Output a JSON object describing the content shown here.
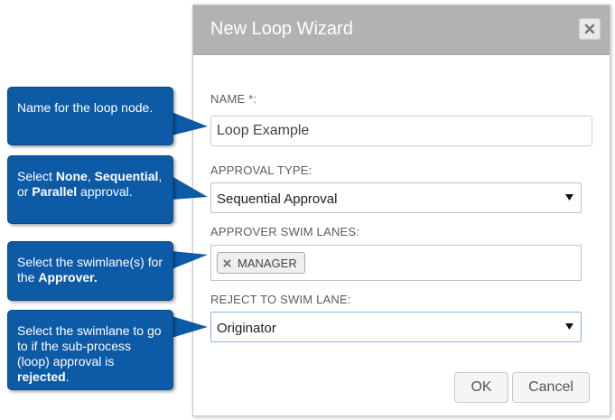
{
  "dialog": {
    "title": "New Loop Wizard",
    "close_icon": "close-icon",
    "name_label": "NAME *:",
    "name_value": "Loop Example",
    "approval_type_label": "APPROVAL TYPE:",
    "approval_type_value": "Sequential Approval",
    "approver_lanes_label": "APPROVER SWIM LANES:",
    "approver_lane_chip": "MANAGER",
    "reject_lane_label": "REJECT TO SWIM LANE:",
    "reject_lane_value": "Originator",
    "ok_label": "OK",
    "cancel_label": "Cancel"
  },
  "callouts": {
    "name": {
      "text": "Name for the loop node."
    },
    "approval": {
      "p1": "Select ",
      "b1": "None",
      "p2": ", ",
      "b2": "Sequential",
      "p3": ", or ",
      "b3": "Parallel",
      "p4": " approval."
    },
    "approver": {
      "p1": "Select the swimlane(s) for the ",
      "b1": "Approver."
    },
    "reject": {
      "p1": "Select the swimlane to go to if the sub-process (loop) approval is ",
      "b1": "rejected",
      "p2": "."
    }
  },
  "colors": {
    "callout_bg": "#0d5aa7",
    "titlebar_bg": "#b2b2b2"
  }
}
